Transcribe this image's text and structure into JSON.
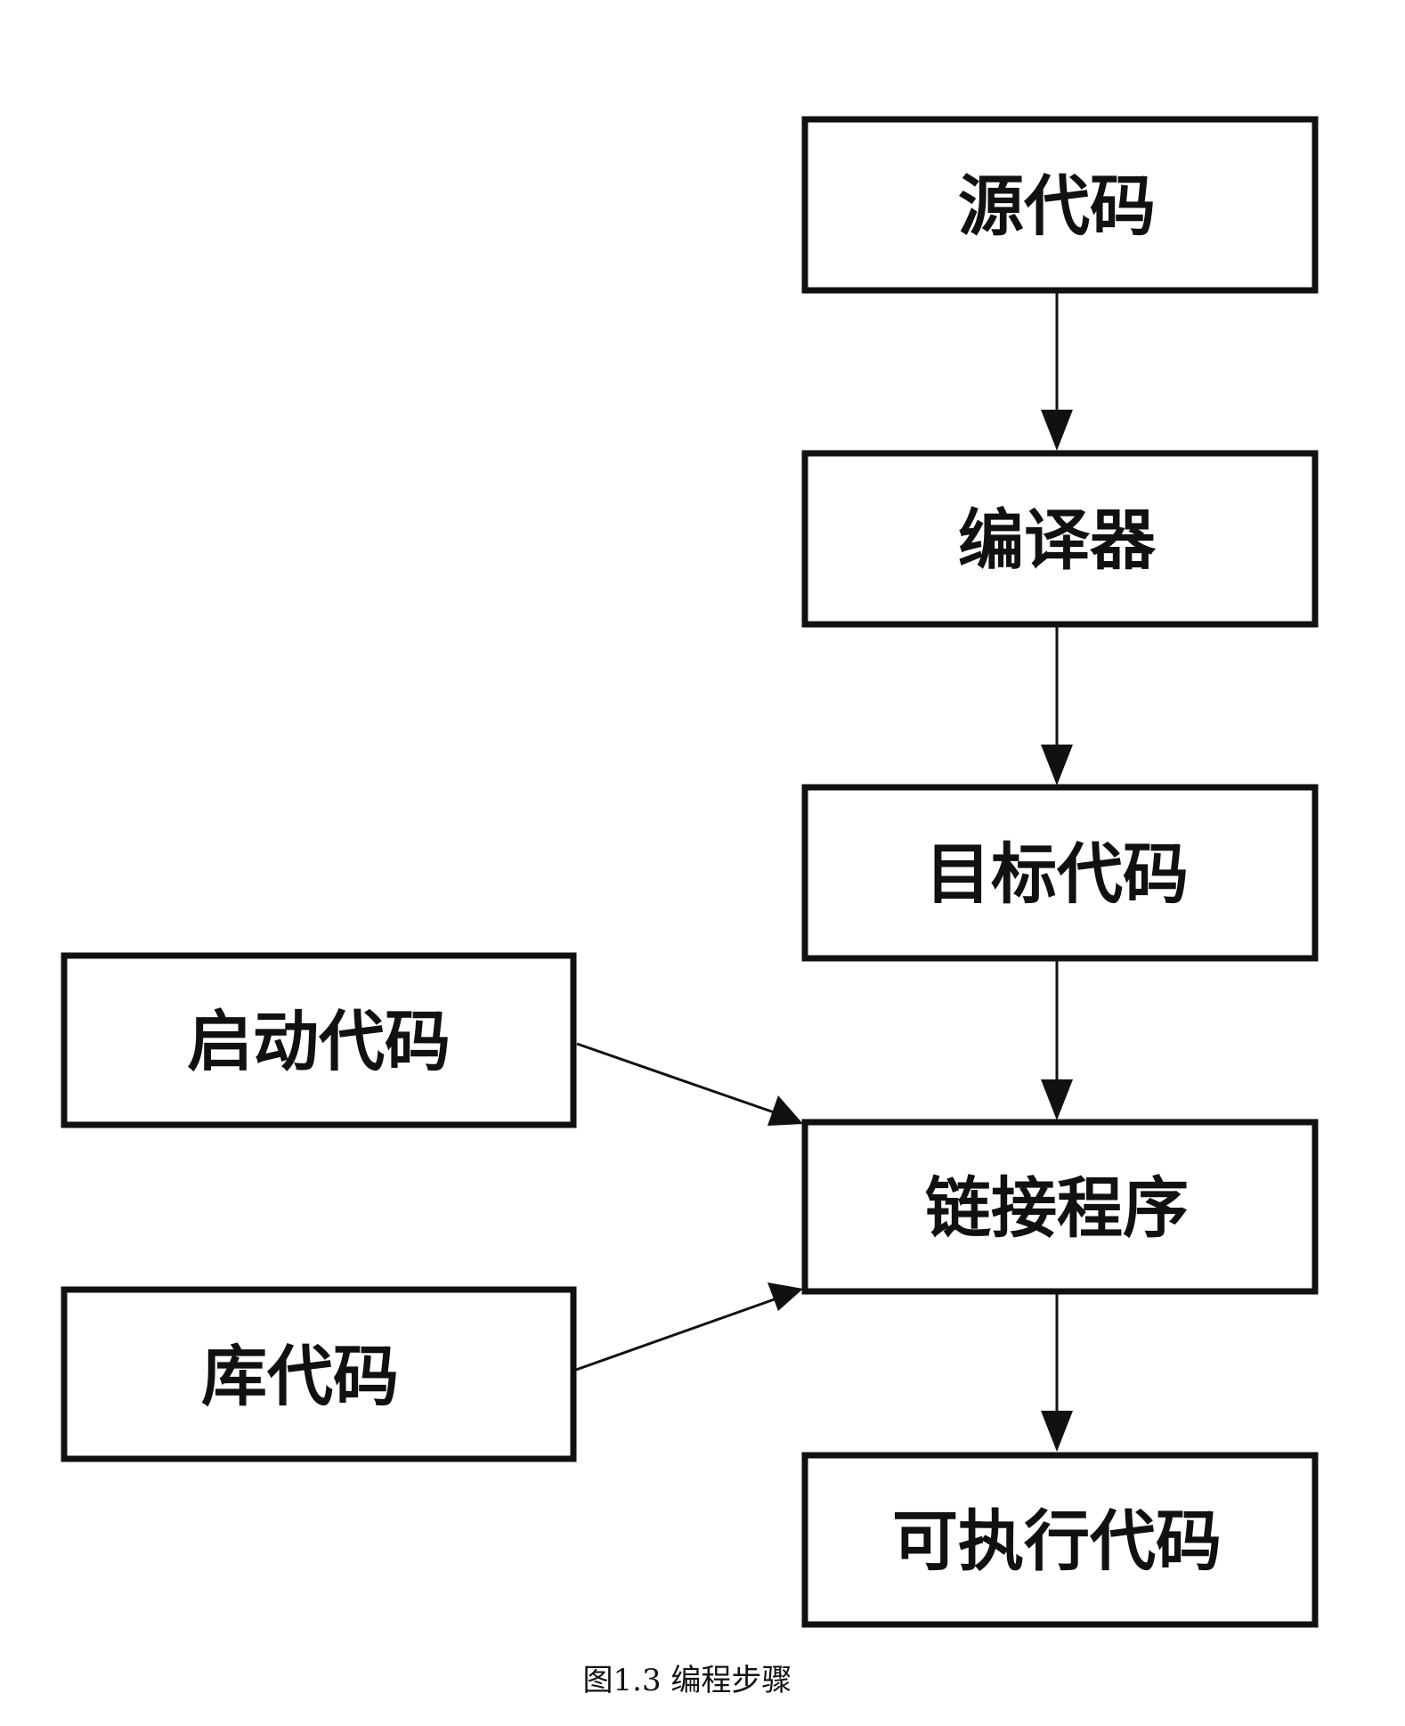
{
  "diagram": {
    "nodes": {
      "source": "源代码",
      "compiler": "编译器",
      "object": "目标代码",
      "startup": "启动代码",
      "linker": "链接程序",
      "library": "库代码",
      "executable": "可执行代码"
    },
    "edges": [
      {
        "from": "source",
        "to": "compiler"
      },
      {
        "from": "compiler",
        "to": "object"
      },
      {
        "from": "object",
        "to": "linker"
      },
      {
        "from": "startup",
        "to": "linker"
      },
      {
        "from": "library",
        "to": "linker"
      },
      {
        "from": "linker",
        "to": "executable"
      }
    ],
    "caption": "图1.3 编程步骤"
  }
}
